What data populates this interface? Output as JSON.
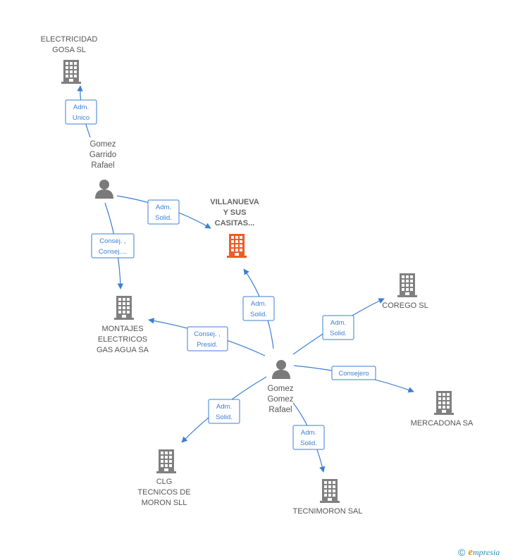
{
  "colors": {
    "edge": "#3a7fd5",
    "building": "#808080",
    "focus_building": "#f05a28",
    "person": "#7a7a7a"
  },
  "nodes": {
    "villanueva": {
      "lines": [
        "VILLANUEVA",
        "Y SUS",
        "CASITAS..."
      ],
      "icon": "building-icon",
      "focus": true
    },
    "electricidad": {
      "lines": [
        "ELECTRICIDAD",
        "GOSA SL"
      ],
      "icon": "building-icon"
    },
    "montajes": {
      "lines": [
        "MONTAJES",
        "ELECTRICOS",
        "GAS AGUA SA"
      ],
      "icon": "building-icon"
    },
    "corego": {
      "lines": [
        "COREGO SL"
      ],
      "icon": "building-icon"
    },
    "mercadona": {
      "lines": [
        "MERCADONA SA"
      ],
      "icon": "building-icon"
    },
    "clg": {
      "lines": [
        "CLG",
        "TECNICOS DE",
        "MORON SLL"
      ],
      "icon": "building-icon"
    },
    "tecnimoron": {
      "lines": [
        "TECNIMORON SAL"
      ],
      "icon": "building-icon"
    },
    "gomez_garrido": {
      "lines": [
        "Gomez",
        "Garrido",
        "Rafael"
      ],
      "icon": "person-icon"
    },
    "gomez_gomez": {
      "lines": [
        "Gomez",
        "Gomez",
        "Rafael"
      ],
      "icon": "person-icon"
    }
  },
  "edges": {
    "gg_electricidad": [
      "Adm.",
      "Unico"
    ],
    "gg_villanueva": [
      "Adm.",
      "Solid."
    ],
    "gg_montajes": [
      "Consej. ,",
      "Consej...."
    ],
    "ggo_villanueva": [
      "Adm.",
      "Solid."
    ],
    "ggo_montajes": [
      "Consej. ,",
      "Presid."
    ],
    "ggo_corego": [
      "Adm.",
      "Solid."
    ],
    "ggo_mercadona": [
      "Consejero"
    ],
    "ggo_clg": [
      "Adm.",
      "Solid."
    ],
    "ggo_tecnimoron": [
      "Adm.",
      "Solid."
    ]
  },
  "footer": {
    "copyright": "©",
    "brand_initial": "e",
    "brand_rest": "mpresia"
  }
}
